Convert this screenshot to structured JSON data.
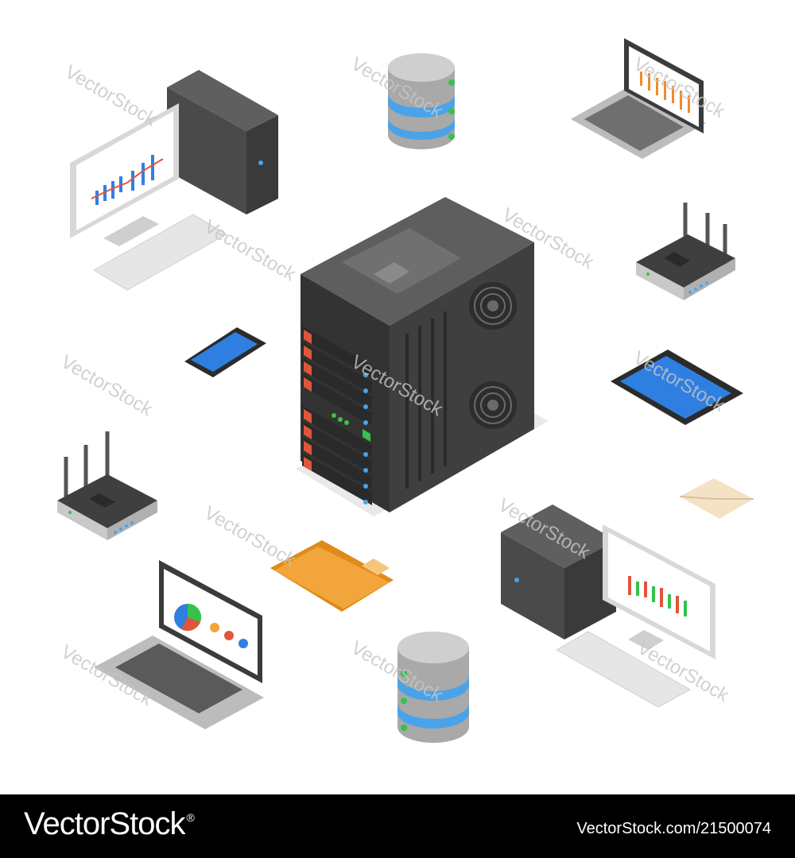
{
  "colors": {
    "server_dark": "#4a4a4a",
    "server_top": "#6d6d6d",
    "server_front": "#3a3a3a",
    "drive_red": "#e0563a",
    "led_green": "#35c24b",
    "screen_blue": "#2f7fe0",
    "folder_orange": "#f2a53a",
    "db_blue": "#4aa3e8",
    "db_grey": "#b5b5b5",
    "laptop_silver": "#b9b9b9",
    "envelope_cream": "#f4e2c4",
    "footer_bg": "#000000"
  },
  "icons": {
    "center": "server-rack-icon",
    "top": "database-icon",
    "bottom": "database-icon",
    "desktop_top_left": "desktop-computer-icon",
    "desktop_bottom_right": "desktop-computer-icon",
    "laptop_top_right": "laptop-icon",
    "laptop_bottom_left": "laptop-icon",
    "router_right": "router-icon",
    "router_left": "router-icon",
    "smartphone": "smartphone-icon",
    "tablet": "tablet-icon",
    "folder": "folder-icon",
    "envelope": "envelope-icon"
  },
  "watermark": {
    "text": "VectorStock"
  },
  "footer": {
    "logo": "VectorStock",
    "logo_mark": "®",
    "url": "VectorStock.com/21500074"
  }
}
